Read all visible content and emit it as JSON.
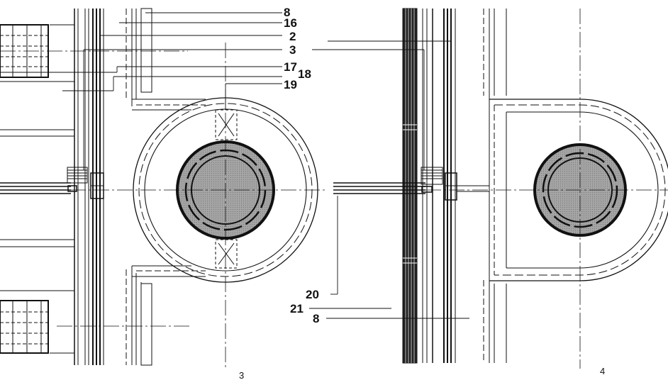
{
  "labels": {
    "l8a": "8",
    "l16": "16",
    "l2": "2",
    "l3": "3",
    "l17": "17",
    "l18": "18",
    "l19": "19",
    "l20": "20",
    "l21": "21",
    "l8b": "8"
  },
  "figures": {
    "left": "3",
    "right": "4"
  },
  "colors": {
    "ink": "#111111",
    "fill": "#9a9a9a",
    "paper": "#ffffff"
  }
}
